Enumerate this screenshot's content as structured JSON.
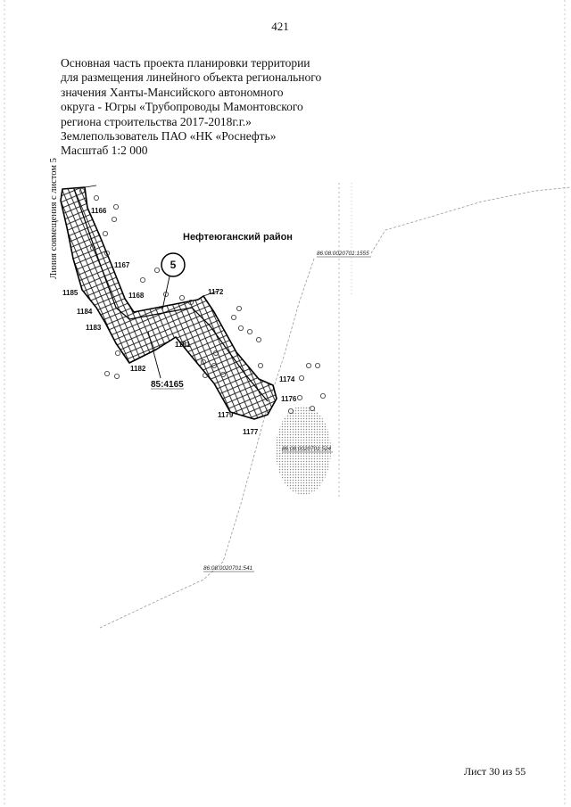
{
  "page_number": "421",
  "title_lines": [
    "Основная часть проекта планировки территории",
    "для размещения линейного объекта регионального",
    "значения Ханты-Мансийского автономного",
    "округа - Югры «Трубопроводы Мамонтовского",
    "региона строительства 2017-2018г.г.»",
    "Землепользователь ПАО «НК «Роснефть»",
    "Масштаб 1:2 000"
  ],
  "side_label": "Линия совмещения с листом 5",
  "district_label": "Нефтеюганский район",
  "sheet_marker": "5",
  "parcels": {
    "p1555": "86:08:0020701:1555",
    "p524": "86:08:0020701:524",
    "p541": "86:08:0020701:541",
    "corridor": "85:4165"
  },
  "points": [
    "1166",
    "1167",
    "1185",
    "1168",
    "1184",
    "1183",
    "1172",
    "1181",
    "1182",
    "1174",
    "1176",
    "1179",
    "1177"
  ],
  "footer": "Лист 30 из 55"
}
